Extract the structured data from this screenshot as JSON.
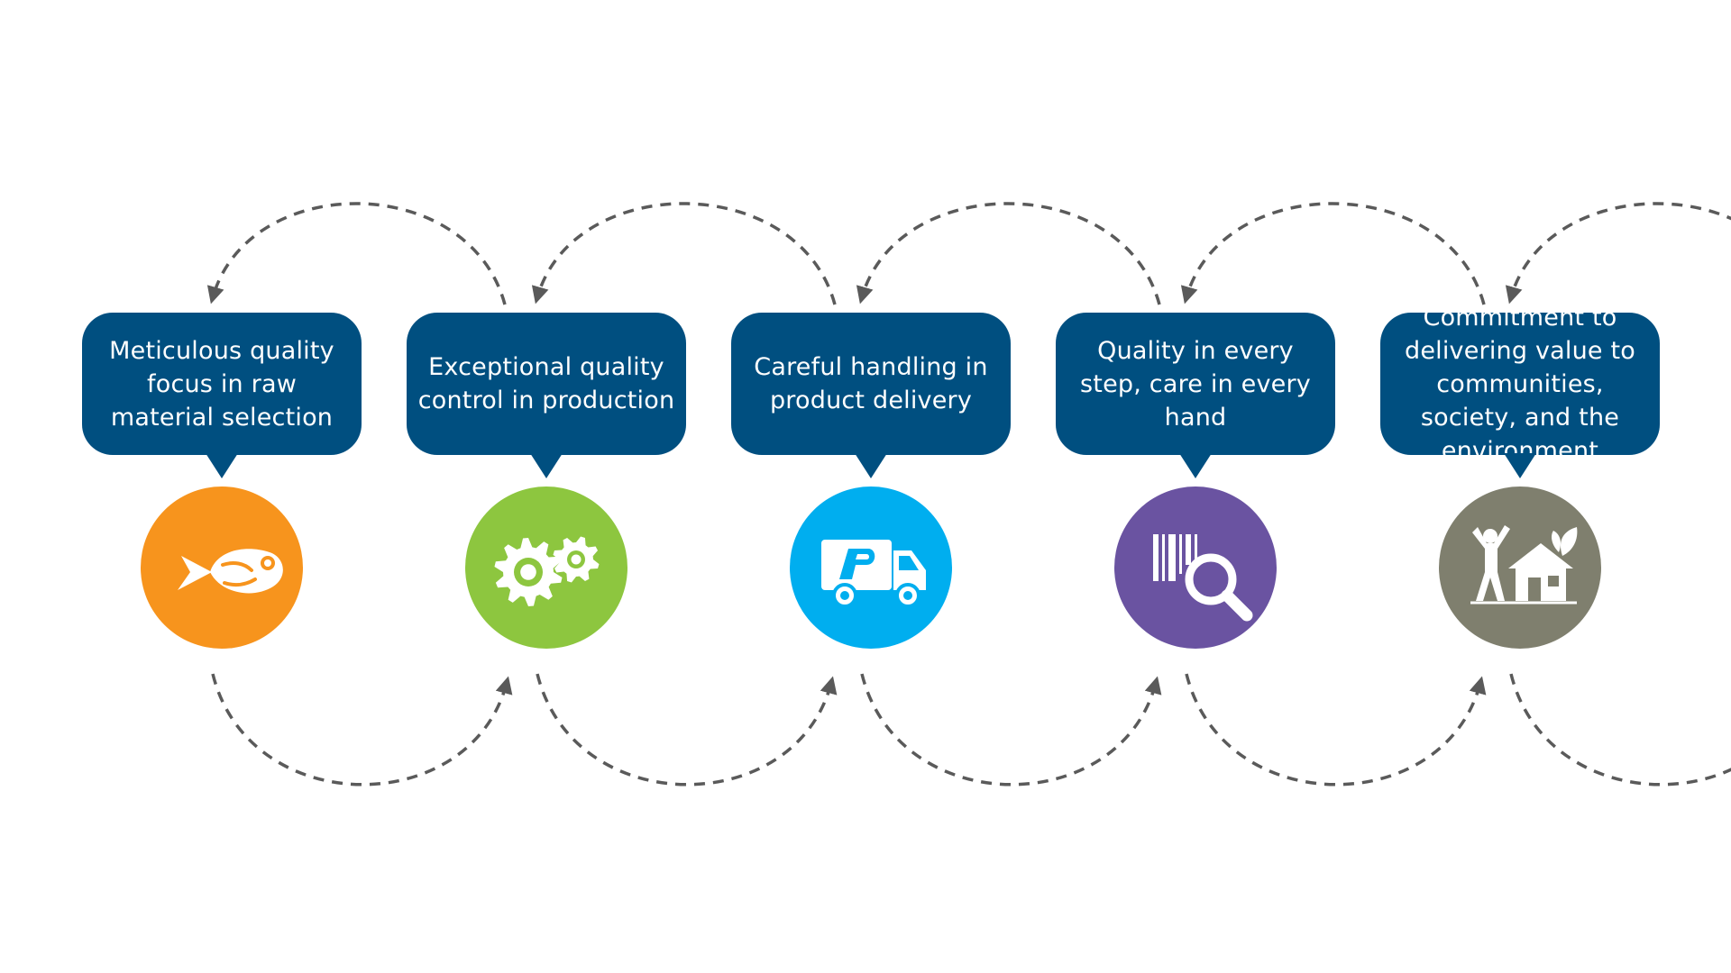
{
  "colors": {
    "bubble": "#004f80",
    "arc": "#5a5a5a",
    "step_colors": [
      "#f7941d",
      "#8dc63f",
      "#00aeef",
      "#6a53a1",
      "#7f7f6e"
    ]
  },
  "steps": [
    {
      "label": "Meticulous quality focus in raw material selection",
      "icon": "fish-icon"
    },
    {
      "label": "Exceptional quality control in production",
      "icon": "gears-icon"
    },
    {
      "label": "Careful handling in product delivery",
      "icon": "delivery-truck-icon"
    },
    {
      "label": "Quality in every step, care in every hand",
      "icon": "barcode-magnifier-icon"
    },
    {
      "label": "Commitment to delivering value to communities, society, and the environment",
      "icon": "person-house-leaf-icon"
    }
  ]
}
